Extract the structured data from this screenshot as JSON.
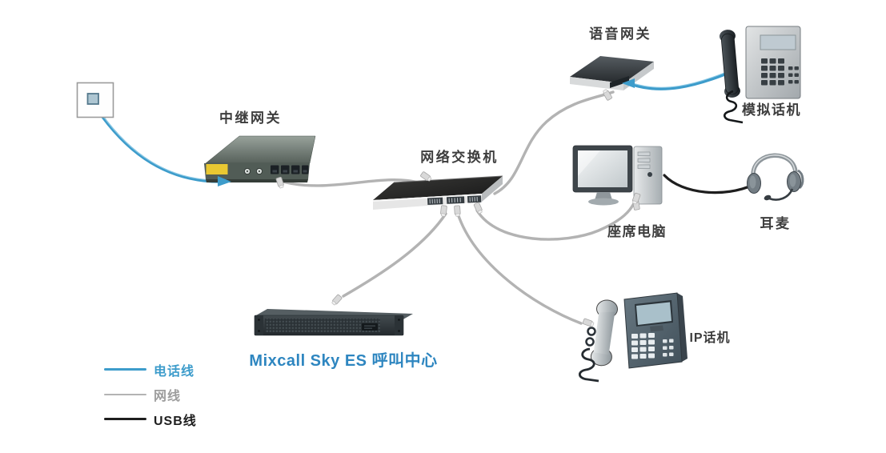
{
  "diagram": {
    "type": "network-topology",
    "nodes": {
      "wall_jack": {
        "label": ""
      },
      "trunk_gateway": {
        "label": "中继网关"
      },
      "network_switch": {
        "label": "网络交换机"
      },
      "voice_gateway": {
        "label": "语音网关"
      },
      "analog_phone": {
        "label": "模拟话机"
      },
      "agent_computer": {
        "label": "座席电脑"
      },
      "headset": {
        "label": "耳麦"
      },
      "ip_phone": {
        "label": "IP话机"
      },
      "server": {
        "label": "Mixcall Sky ES 呼叫中心"
      }
    },
    "connections": [
      {
        "from": "wall_jack",
        "to": "trunk_gateway",
        "cable": "电话线"
      },
      {
        "from": "trunk_gateway",
        "to": "network_switch",
        "cable": "网线"
      },
      {
        "from": "network_switch",
        "to": "voice_gateway",
        "cable": "网线"
      },
      {
        "from": "voice_gateway",
        "to": "analog_phone",
        "cable": "电话线"
      },
      {
        "from": "network_switch",
        "to": "agent_computer",
        "cable": "网线"
      },
      {
        "from": "agent_computer",
        "to": "headset",
        "cable": "USB线"
      },
      {
        "from": "network_switch",
        "to": "server",
        "cable": "网线"
      },
      {
        "from": "network_switch",
        "to": "ip_phone",
        "cable": "网线"
      }
    ],
    "legend": {
      "items": [
        {
          "label": "电话线",
          "color": "#3d9ccb"
        },
        {
          "label": "网线",
          "color": "#b3b3b3"
        },
        {
          "label": "USB线",
          "color": "#1e1e1e"
        }
      ]
    },
    "colors": {
      "background": "#ffffff",
      "phone_line": "#3d9ccb",
      "network_cable": "#b3b3b3",
      "usb_cable": "#1e1e1e",
      "node_label": "#3d3d3d",
      "server_label": "#2e86c0",
      "gateway_tag_yellow": "#e9c832"
    }
  }
}
